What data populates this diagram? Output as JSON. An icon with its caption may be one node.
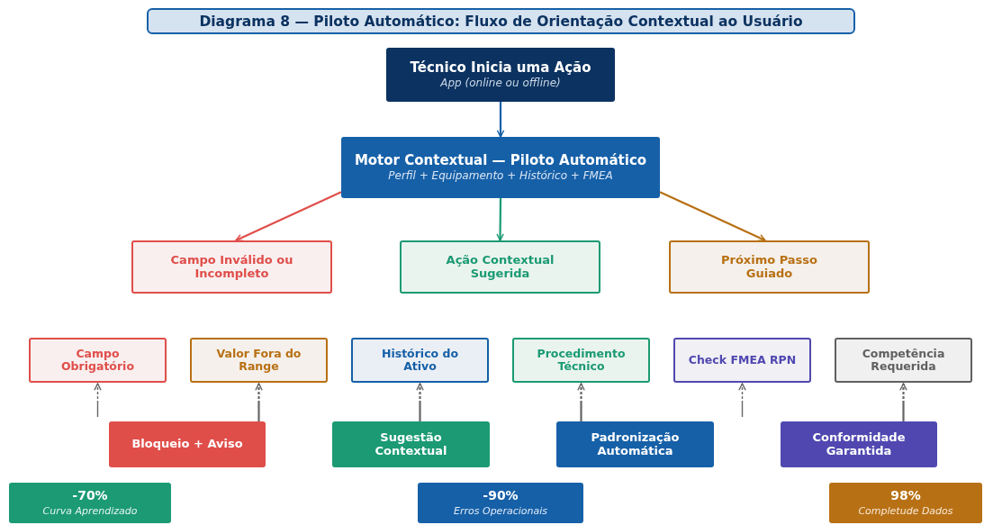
{
  "diagram": {
    "title": "Diagrama 8 — Piloto Automático: Fluxo de Orientação Contextual ao Usuário",
    "nodes": [
      {
        "text": [
          "Técnico Inicia uma Ação",
          "App (online ou offline)"
        ]
      },
      {
        "text": [
          "Motor Contextual — Piloto Automático",
          "Perfil + Equipamento + Histórico + FMEA"
        ]
      },
      {
        "text": [
          "Campo Inválido ou Incompleto"
        ]
      },
      {
        "text": [
          "Ação Contextual Sugerida"
        ]
      },
      {
        "text": [
          "Próximo Passo Guiado"
        ]
      },
      {
        "text": [
          "Campo Obrigatório"
        ]
      },
      {
        "text": [
          "Valor Fora do Range"
        ]
      },
      {
        "text": [
          "Histórico do Ativo"
        ]
      },
      {
        "text": [
          "Procedimento Técnico"
        ]
      },
      {
        "text": [
          "Check FMEA RPN"
        ]
      },
      {
        "text": [
          "Competência Requerida"
        ]
      },
      {
        "text": [
          "Bloqueio + Aviso"
        ]
      },
      {
        "text": [
          "Sugestão Contextual"
        ]
      },
      {
        "text": [
          "Padronização Automática"
        ]
      },
      {
        "text": [
          "Conformidade Garantida"
        ]
      },
      {
        "text": [
          "-70%",
          "Curva Aprendizado"
        ]
      },
      {
        "text": [
          "-90%",
          "Erros Operacionais"
        ]
      },
      {
        "text": [
          "98%",
          "Completude Dados"
        ]
      }
    ],
    "edges": [
      {
        "from": 0,
        "to": 1,
        "arrow": "to",
        "color": "#1660a8"
      },
      {
        "from": 1,
        "to": 2,
        "arrow": "to",
        "color": "#e04e4a"
      },
      {
        "from": 1,
        "to": 3,
        "arrow": "to",
        "color": "#1b9a73"
      },
      {
        "from": 1,
        "to": 4,
        "arrow": "to",
        "color": "#b87014"
      },
      {
        "from": null,
        "to": 5,
        "arrow": "to",
        "style": "dashed"
      },
      {
        "from": 11,
        "to": 6,
        "arrow": "to",
        "style": "dashed"
      },
      {
        "from": 12,
        "to": 7,
        "arrow": "to",
        "style": "dashed"
      },
      {
        "from": 13,
        "to": 8,
        "arrow": "to",
        "style": "dashed"
      },
      {
        "from": null,
        "to": 9,
        "arrow": "to",
        "style": "dashed"
      },
      {
        "from": 14,
        "to": 10,
        "arrow": "to",
        "style": "dashed"
      }
    ]
  }
}
